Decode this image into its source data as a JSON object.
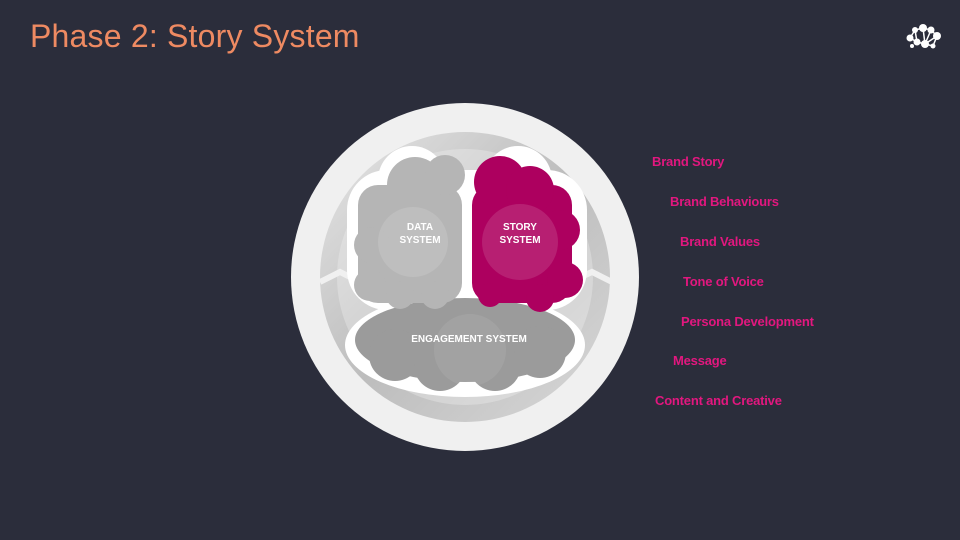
{
  "header": {
    "title": "Phase 2: Story System",
    "logo_icon": "brain-network-logo-icon"
  },
  "diagram": {
    "data_system": [
      "DATA",
      "SYSTEM"
    ],
    "story_system": [
      "STORY",
      "SYSTEM"
    ],
    "engagement_system": "ENGAGEMENT SYSTEM",
    "highlight_color": "#ad005f"
  },
  "story_items": [
    "Brand Story",
    "Brand Behaviours",
    "Brand Values",
    "Tone of Voice",
    "Persona Development",
    "Message",
    "Content and Creative"
  ]
}
